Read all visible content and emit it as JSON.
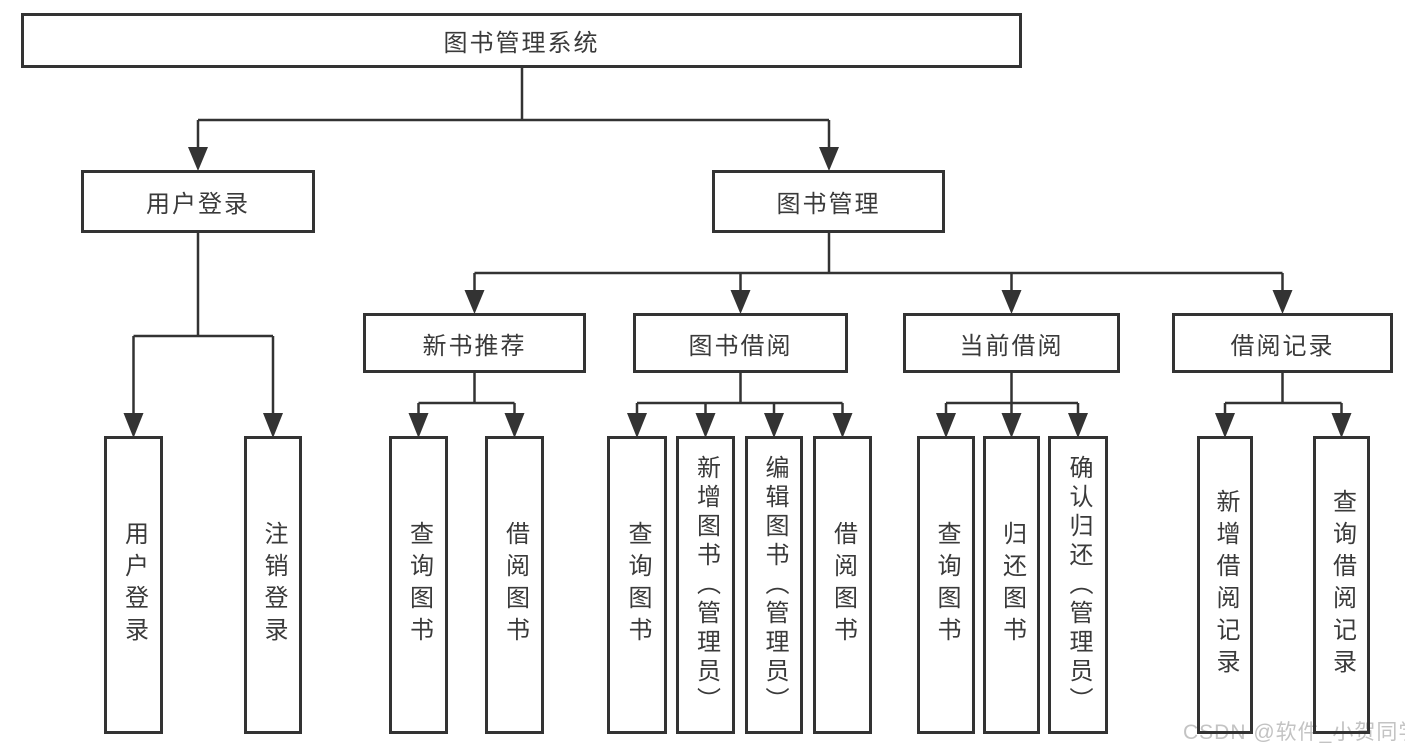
{
  "diagram": {
    "root": {
      "label": "图书管理系统"
    },
    "level2": [
      {
        "label": "用户登录"
      },
      {
        "label": "图书管理"
      }
    ],
    "level3": [
      {
        "label": "新书推荐"
      },
      {
        "label": "图书借阅"
      },
      {
        "label": "当前借阅"
      },
      {
        "label": "借阅记录"
      }
    ],
    "level4": {
      "user_login": [
        "用户登录",
        "注销登录"
      ],
      "new_book_recommend": [
        "查询图书",
        "借阅图书"
      ],
      "book_borrow": [
        "查询图书",
        "新增图书（管理员）",
        "编辑图书（管理员）",
        "借阅图书"
      ],
      "current_borrow": [
        "查询图书",
        "归还图书",
        "确认归还（管理员）"
      ],
      "borrow_records": [
        "新增借阅记录",
        "查询借阅记录"
      ]
    }
  },
  "watermark": {
    "text": "CSDN @软件_小贺同学"
  },
  "colors": {
    "line": "#333333",
    "text": "#3a3a3a",
    "watermark": "#c3c3c3",
    "background": "#ffffff"
  }
}
